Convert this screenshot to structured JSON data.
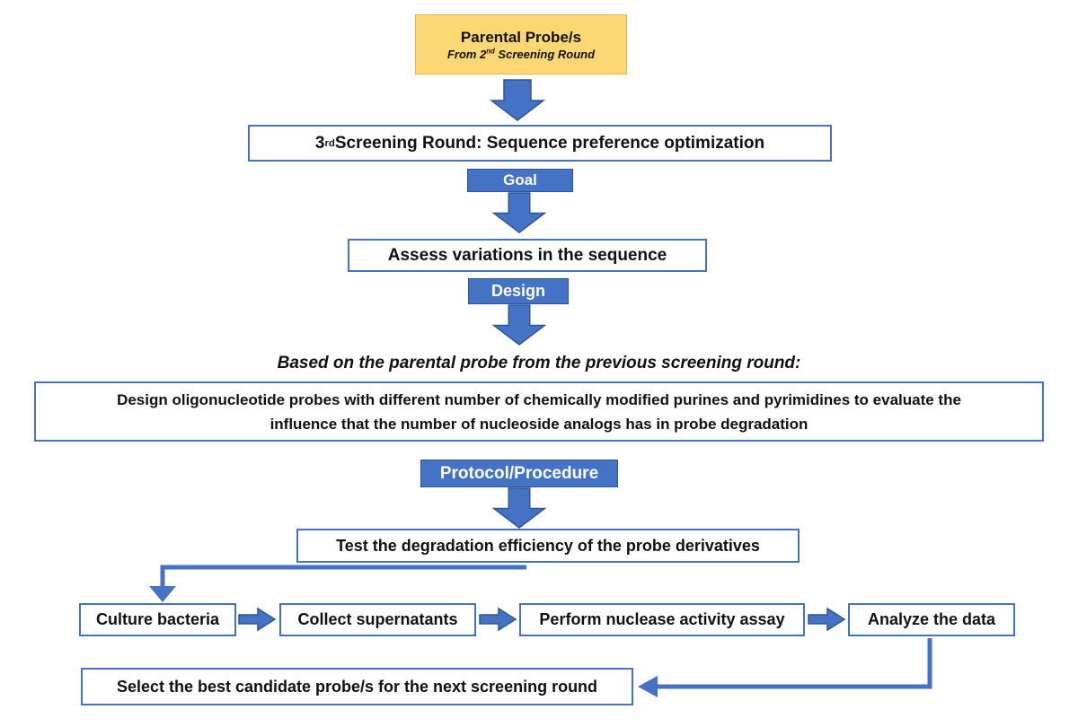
{
  "colors": {
    "accent_blue": "#4472C4",
    "accent_blue_dark": "#2F5597",
    "box_border": "#4472C4",
    "orange_fill": "#FCD773",
    "orange_border": "#EFAE4D",
    "text": "#111111",
    "label_text": "#FFFFFF"
  },
  "icons": {
    "down_arrow": "block-arrow-down",
    "right_arrow": "block-arrow-right",
    "elbow_arrow": "elbow-connector-arrow"
  },
  "nodes": {
    "parental": {
      "title": "Parental Probe/s",
      "subtitle_pre": "From 2",
      "subtitle_sup": "nd",
      "subtitle_post": " Screening Round"
    },
    "round3": {
      "pre": "3",
      "sup": "rd",
      "post": " Screening Round: Sequence preference optimization"
    },
    "goal_label": "Goal",
    "assess": "Assess variations in the sequence",
    "design_label": "Design",
    "based_on": "Based on the parental probe from the previous screening round:",
    "design_line1": "Design oligonucleotide probes with different number of chemically modified purines and pyrimidines to evaluate the",
    "design_line2": "influence that the number of nucleoside analogs has in probe degradation",
    "protocol_label": "Protocol/Procedure",
    "test": "Test the degradation efficiency of the probe derivatives",
    "steps": [
      "Culture bacteria",
      "Collect supernatants",
      "Perform nuclease activity assay",
      "Analyze the data"
    ],
    "select": "Select the best candidate probe/s for the next screening round"
  }
}
